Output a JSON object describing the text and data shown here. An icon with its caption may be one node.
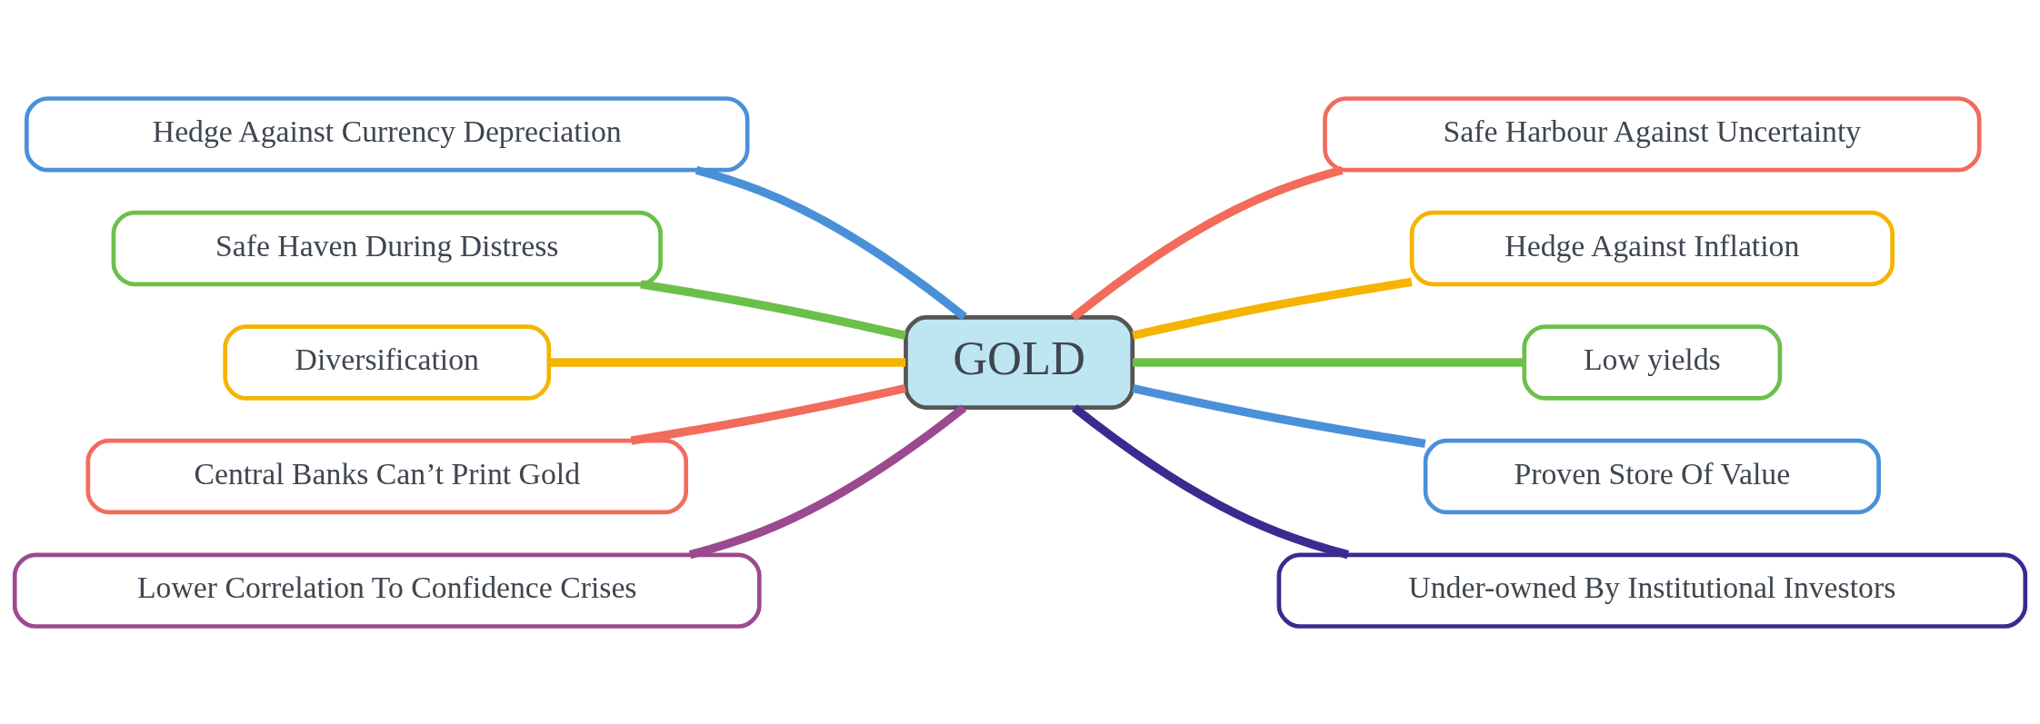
{
  "diagram": {
    "nodes": [
      {
        "text": [
          "Hedge Against Currency Depreciation"
        ]
      },
      {
        "text": [
          "Safe Harbour Against Uncertainty"
        ]
      },
      {
        "text": [
          "Safe Haven During Distress"
        ]
      },
      {
        "text": [
          "Hedge Against Inflation"
        ]
      },
      {
        "text": [
          "Diversification"
        ]
      },
      {
        "text": [
          "GOLD"
        ]
      },
      {
        "text": [
          "Low yields"
        ]
      },
      {
        "text": [
          "Central Banks Can’t Print Gold"
        ]
      },
      {
        "text": [
          "Proven Store Of Value"
        ]
      },
      {
        "text": [
          "Lower Correlation To Confidence Crises"
        ]
      },
      {
        "text": [
          "Under-owned By Institutional Investors"
        ]
      }
    ],
    "edges": [
      {
        "from": 0,
        "to": 5,
        "arrow": "none",
        "color": "#4a90d9"
      },
      {
        "from": 5,
        "to": 1,
        "arrow": "none",
        "color": "#f26b5b"
      },
      {
        "from": 2,
        "to": 5,
        "arrow": "none",
        "color": "#6cc04a"
      },
      {
        "from": 5,
        "to": 3,
        "arrow": "none",
        "color": "#f5b400"
      },
      {
        "from": 4,
        "to": 5,
        "arrow": "none",
        "color": "#f5b400"
      },
      {
        "from": 5,
        "to": 6,
        "arrow": "none",
        "color": "#6cc04a"
      },
      {
        "from": 7,
        "to": 5,
        "arrow": "none",
        "color": "#f26b5b"
      },
      {
        "from": 5,
        "to": 8,
        "arrow": "none",
        "color": "#4a90d9"
      },
      {
        "from": 9,
        "to": 5,
        "arrow": "none",
        "color": "#9b4a8f"
      },
      {
        "from": 5,
        "to": 10,
        "arrow": "none",
        "color": "#3b2a8f"
      }
    ]
  }
}
